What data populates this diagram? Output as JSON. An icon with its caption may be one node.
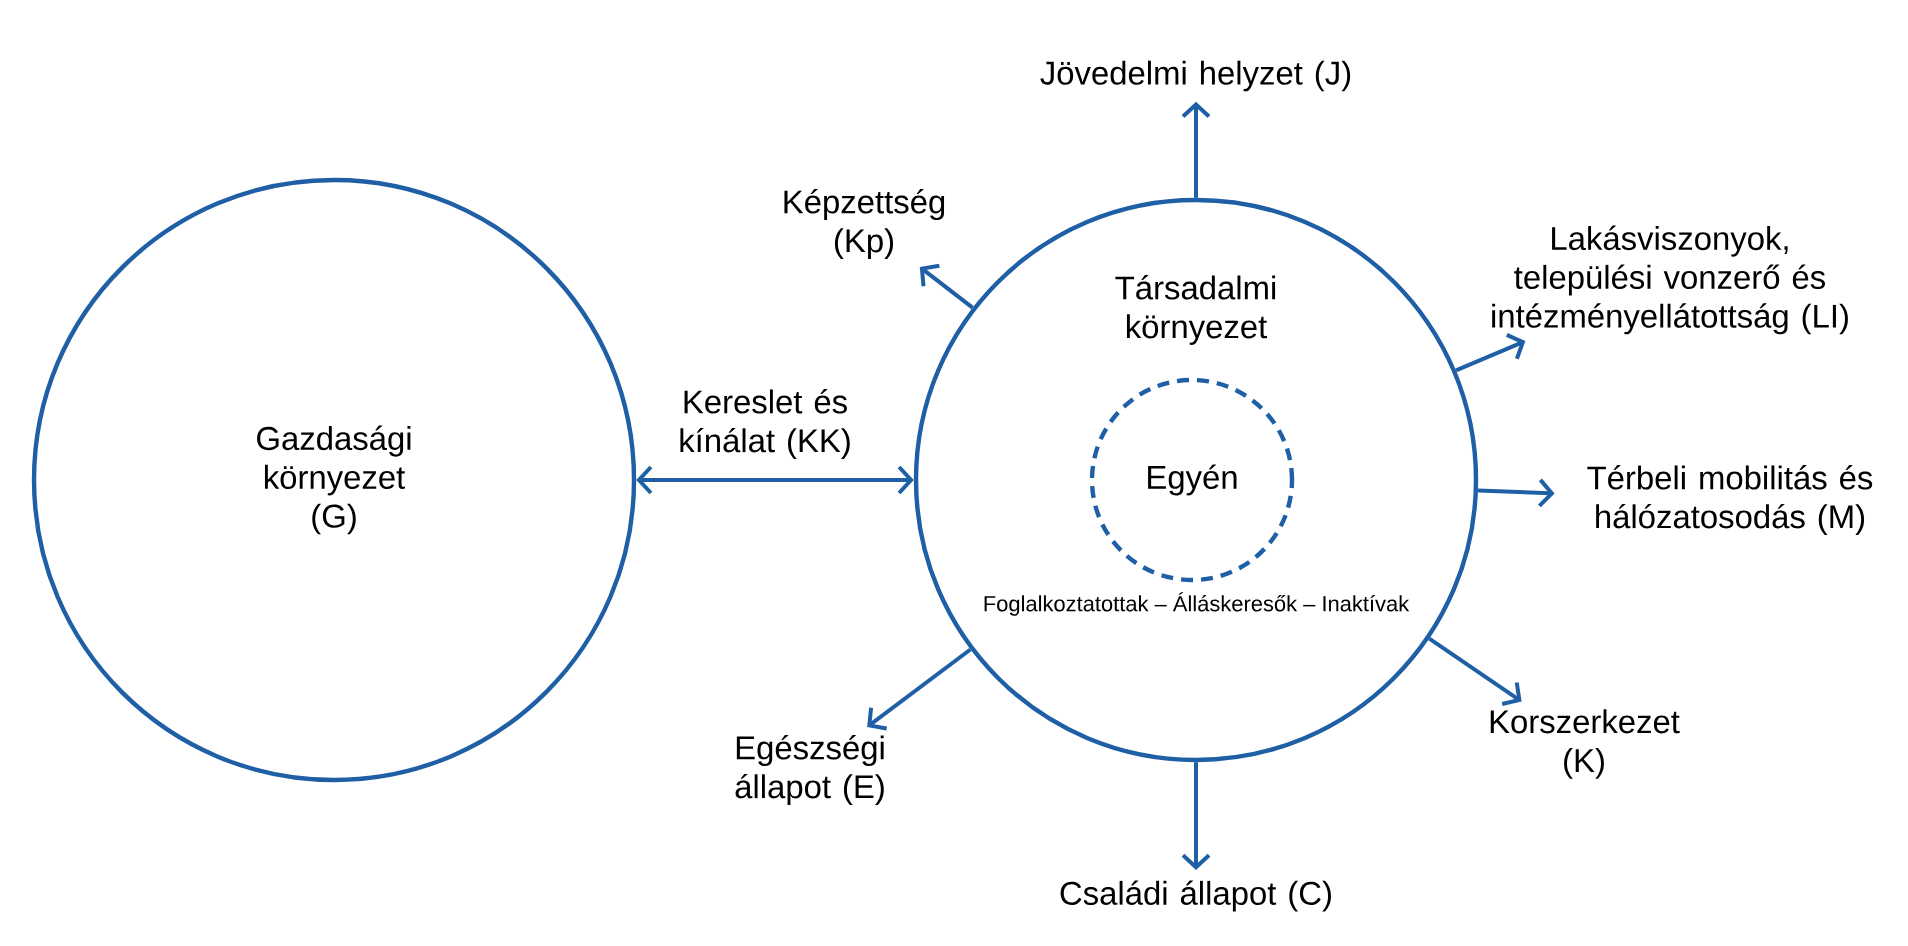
{
  "diagram": {
    "nodes": [
      {
        "text": [
          "Gazdasági környezet (G)"
        ]
      },
      {
        "text": [
          "Társadalmi környezet",
          "Foglalkoztatottak – Álláskeresők – Inaktívak"
        ]
      },
      {
        "text": [
          "Egyén"
        ],
        "in": 1
      },
      {
        "text": [
          "Jövedelmi helyzet (J)"
        ]
      },
      {
        "text": [
          "Képzettség (Kp)"
        ]
      },
      {
        "text": [
          "Lakásviszonyok, települési vonzerő és intézményellátottság (LI)"
        ]
      },
      {
        "text": [
          "Térbeli mobilitás és hálózatosodás (M)"
        ]
      },
      {
        "text": [
          "Korszerkezet (K)"
        ]
      },
      {
        "text": [
          "Családi állapot (C)"
        ]
      },
      {
        "text": [
          "Egészségi állapot (E)"
        ]
      }
    ],
    "edges": [
      {
        "from": 0,
        "to": 1,
        "arrow": "both",
        "label": "Kereslet és kínálat (KK)"
      },
      {
        "from": 1,
        "to": 3,
        "arrow": "to"
      },
      {
        "from": 1,
        "to": 4,
        "arrow": "to"
      },
      {
        "from": 1,
        "to": 5,
        "arrow": "to"
      },
      {
        "from": 1,
        "to": 6,
        "arrow": "to"
      },
      {
        "from": 1,
        "to": 7,
        "arrow": "to"
      },
      {
        "from": 1,
        "to": 8,
        "arrow": "to"
      },
      {
        "from": 1,
        "to": 9,
        "arrow": "to"
      }
    ]
  }
}
